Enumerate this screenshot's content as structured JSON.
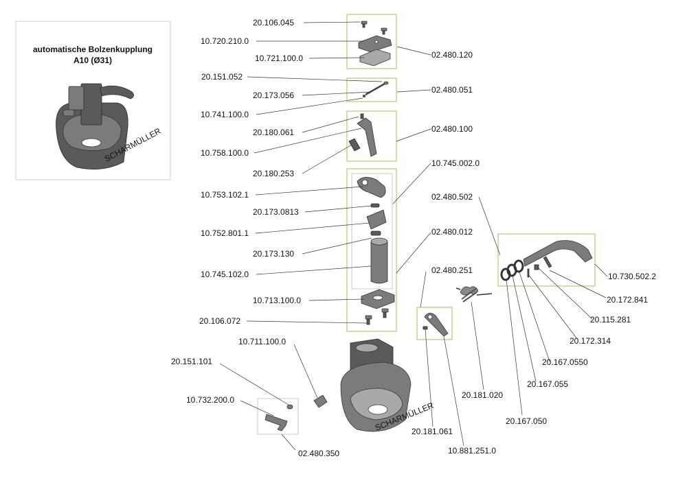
{
  "title": {
    "line1": "automatische Bolzenkupplung",
    "line2": "A10 (Ø31)",
    "brand": "SCHARMÜLLER"
  },
  "groups": [
    {
      "id": "02.480.120"
    },
    {
      "id": "02.480.051"
    },
    {
      "id": "02.480.100"
    },
    {
      "id": "10.745.002.0"
    },
    {
      "id": "02.480.012"
    },
    {
      "id": "02.480.502"
    },
    {
      "id": "02.480.251"
    },
    {
      "id": "02.480.350"
    }
  ],
  "parts": [
    "20.106.045",
    "10.720.210.0",
    "10.721.100.0",
    "20.151.052",
    "20.173.056",
    "10.741.100.0",
    "20.180.061",
    "10.758.100.0",
    "20.180.253",
    "10.753.102.1",
    "20.173.0813",
    "10.752.801.1",
    "20.173.130",
    "10.745.102.0",
    "10.713.100.0",
    "20.106.072",
    "10.711.100.0",
    "20.151.101",
    "10.732.200.0",
    "10.730.502.2",
    "20.172.841",
    "20.115.281",
    "20.172.314",
    "20.167.0550",
    "20.167.055",
    "20.167.050",
    "20.181.020",
    "20.181.061",
    "10.881.251.0"
  ],
  "colors": {
    "group_frame": "#b9d48a",
    "part_fill": "#7b7b7b",
    "inset_border": "#cccccc"
  }
}
